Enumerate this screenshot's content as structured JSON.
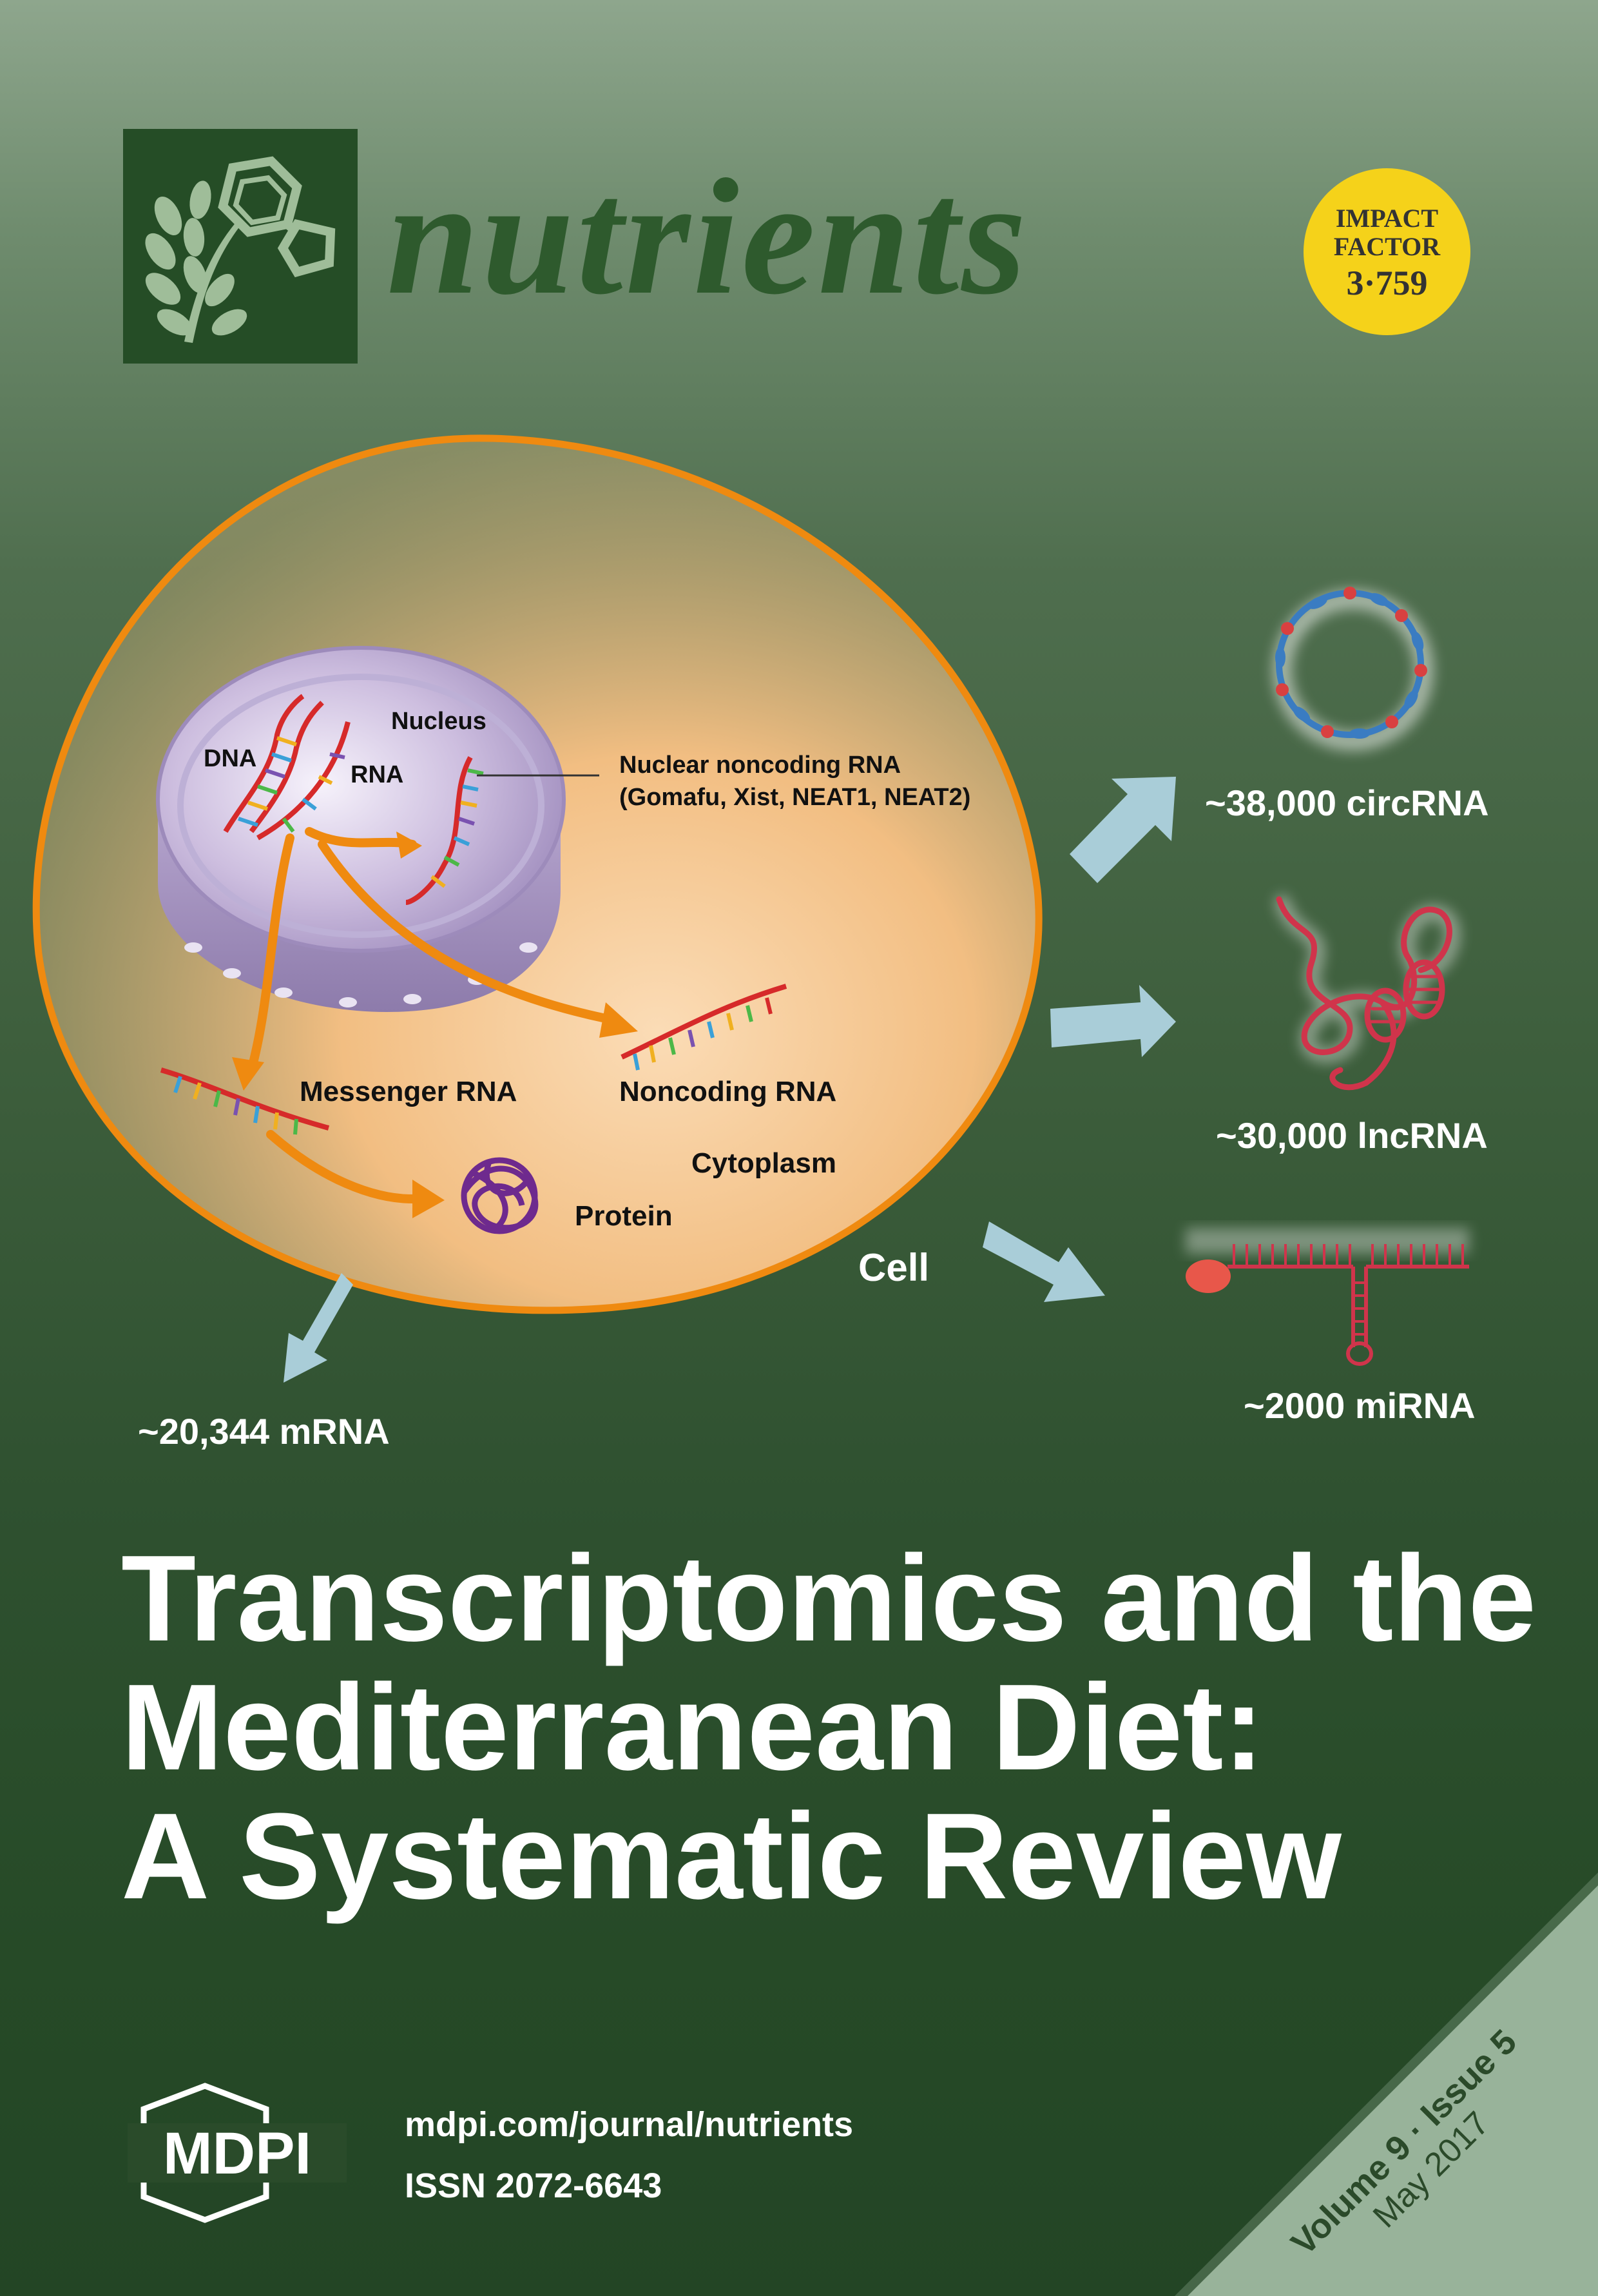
{
  "journal": {
    "name": "nutrients",
    "logo_icon": "wheat-and-molecule-icon",
    "impact_factor": {
      "line1": "IMPACT",
      "line2": "FACTOR",
      "value": "3·759"
    }
  },
  "figure": {
    "nucleus_label": "Nucleus",
    "dna_label": "DNA",
    "rna_label": "RNA",
    "nuclear_ncrna_label": "Nuclear noncoding RNA",
    "nuclear_ncrna_examples": "(Gomafu, Xist, NEAT1, NEAT2)",
    "messenger_rna_label": "Messenger RNA",
    "noncoding_rna_label": "Noncoding RNA",
    "cytoplasm_label": "Cytoplasm",
    "protein_label": "Protein",
    "cell_label": "Cell",
    "mrna_count": "~20,344 mRNA",
    "circrna_count": "~38,000 circRNA",
    "lncrna_count": "~30,000 lncRNA",
    "mirna_count": "~2000 miRNA"
  },
  "article_title": {
    "line1": "Transcriptomics and the",
    "line2": "Mediterranean Diet:",
    "line3": "A Systematic Review"
  },
  "footer": {
    "publisher": "MDPI",
    "url": "mdpi.com/journal/nutrients",
    "issn": "ISSN 2072-6643",
    "volume_issue": "Volume 9 · Issue 5",
    "date": "May 2017"
  },
  "colors": {
    "accent_orange": "#f08a10",
    "logo_green": "#254d26",
    "badge_yellow": "#f5d21a",
    "arrow_blue": "#a9cdd8",
    "ribbon": "#98b39a"
  }
}
